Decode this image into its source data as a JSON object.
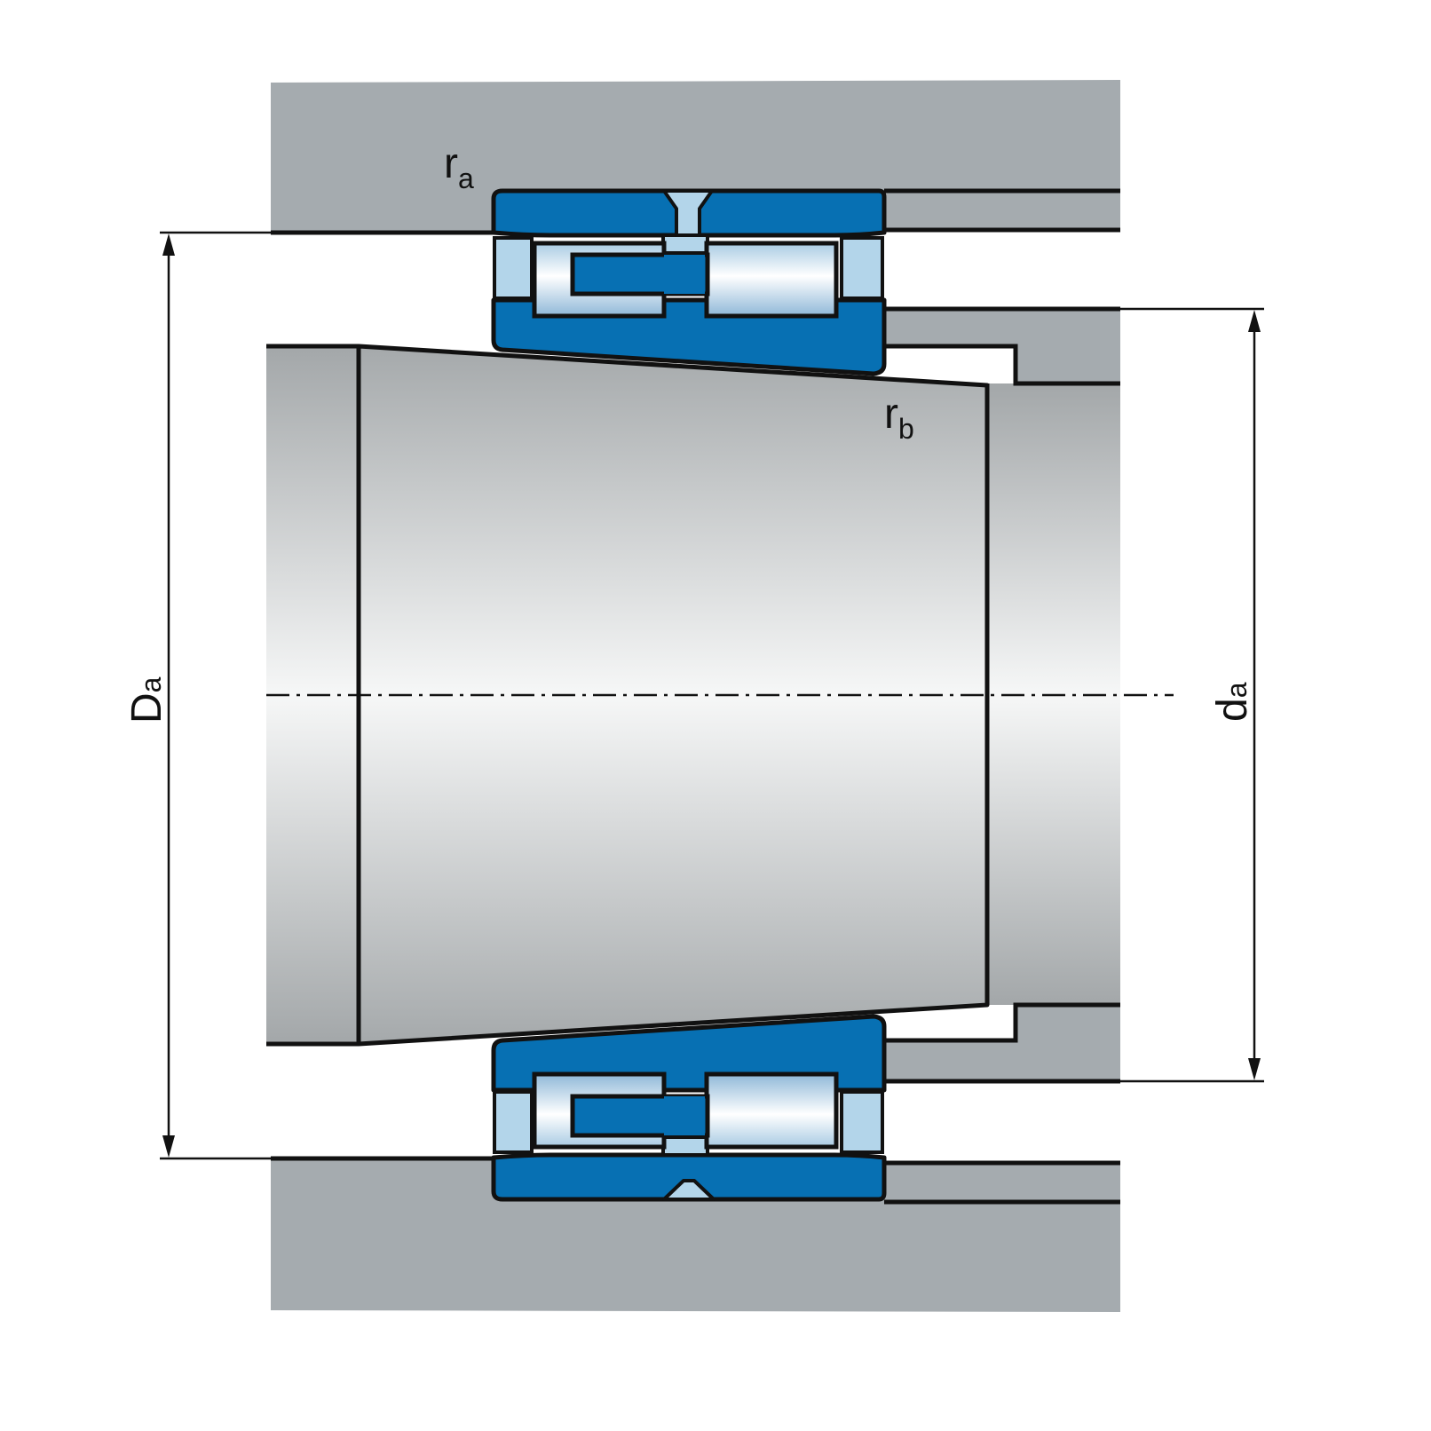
{
  "labels": {
    "ra": {
      "main": "r",
      "sub": "a"
    },
    "rb": {
      "main": "r",
      "sub": "b"
    },
    "Da": {
      "main": "D",
      "sub": "a"
    },
    "da": {
      "main": "d",
      "sub": "a"
    }
  },
  "colors": {
    "housing": "#a5abaf",
    "bearing_ring": "#0770b3",
    "bearing_light": "#b3d5ea",
    "outline": "#111111",
    "shaft_dark": "#a4a8aa",
    "shaft_light": "#f6f7f7"
  }
}
